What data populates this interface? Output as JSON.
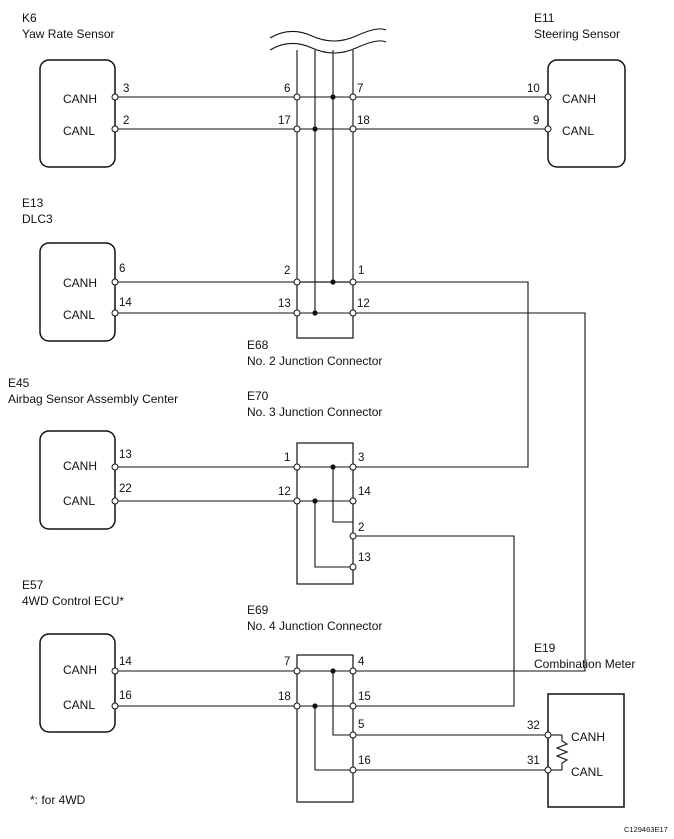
{
  "components": {
    "k6": {
      "code": "K6",
      "name": "Yaw Rate Sensor"
    },
    "e11": {
      "code": "E11",
      "name": "Steering Sensor"
    },
    "e13": {
      "code": "E13",
      "name": "DLC3"
    },
    "e68": {
      "code": "E68",
      "name": "No. 2 Junction Connector"
    },
    "e45": {
      "code": "E45",
      "name": "Airbag Sensor Assembly Center"
    },
    "e70": {
      "code": "E70",
      "name": "No. 3 Junction Connector"
    },
    "e57": {
      "code": "E57",
      "name": "4WD Control ECU*"
    },
    "e69": {
      "code": "E69",
      "name": "No. 4 Junction Connector"
    },
    "e19": {
      "code": "E19",
      "name": "Combination Meter"
    }
  },
  "signals": {
    "canh": "CANH",
    "canl": "CANL"
  },
  "pins": {
    "k6_canh": "3",
    "k6_canl": "2",
    "e11_canh": "10",
    "e11_canl": "9",
    "e13_canh": "6",
    "e13_canl": "14",
    "e45_canh": "13",
    "e45_canl": "22",
    "e57_canh": "14",
    "e57_canl": "16",
    "e19_canh": "32",
    "e19_canl": "31",
    "bus_l_6": "6",
    "bus_l_17": "17",
    "bus_r_7": "7",
    "bus_r_18": "18",
    "e68_l_2": "2",
    "e68_l_13": "13",
    "e68_r_1": "1",
    "e68_r_12": "12",
    "e70_l_1": "1",
    "e70_l_12": "12",
    "e70_r_3": "3",
    "e70_r_14": "14",
    "e70_r_2": "2",
    "e70_r_13": "13",
    "e69_l_7": "7",
    "e69_l_18": "18",
    "e69_r_4": "4",
    "e69_r_15": "15",
    "e69_r_5": "5",
    "e69_r_16": "16"
  },
  "footnote": "*: for 4WD",
  "figure_id": "C129463E17"
}
